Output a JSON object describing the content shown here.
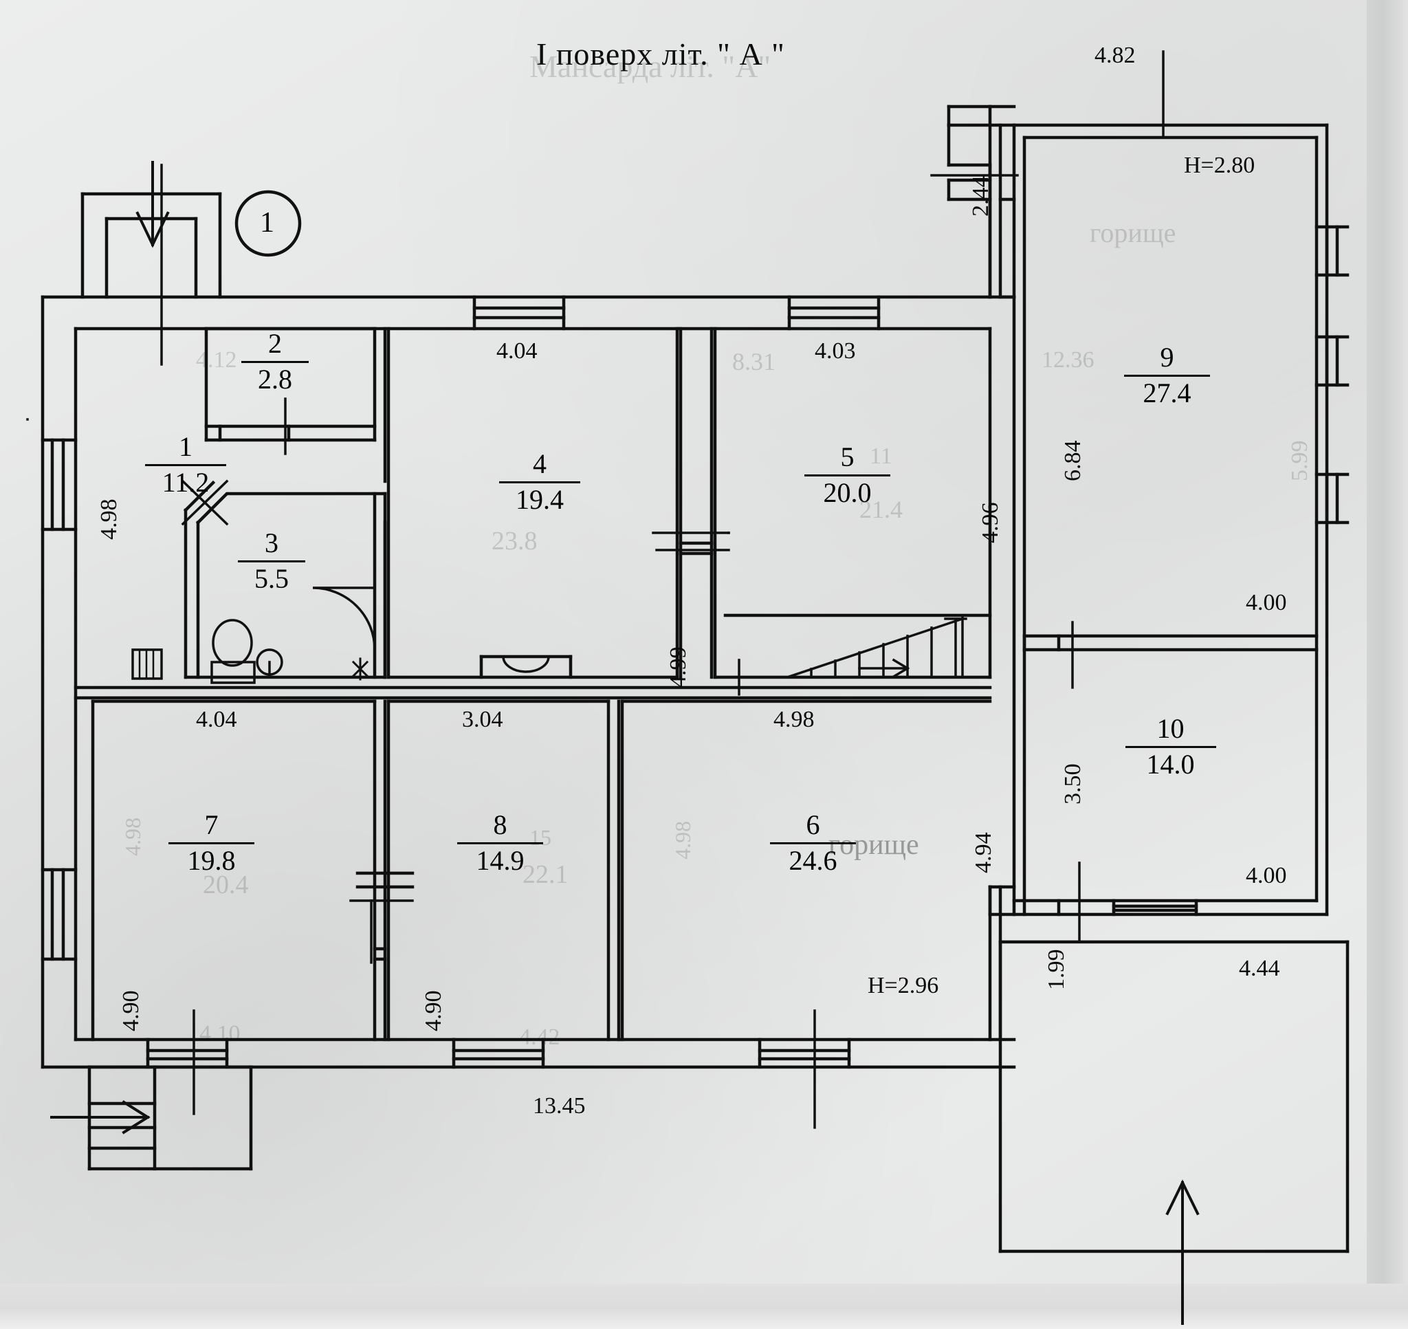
{
  "document": {
    "title": "I поверх  літ. \" А \"",
    "kind": "floor-plan",
    "sheet_mark": "1"
  },
  "rooms": [
    {
      "no": "1",
      "area": "11.2"
    },
    {
      "no": "2",
      "area": "2.8"
    },
    {
      "no": "3",
      "area": "5.5"
    },
    {
      "no": "4",
      "area": "19.4"
    },
    {
      "no": "5",
      "area": "20.0"
    },
    {
      "no": "6",
      "area": "24.6"
    },
    {
      "no": "7",
      "area": "19.8"
    },
    {
      "no": "8",
      "area": "14.9"
    },
    {
      "no": "9",
      "area": "27.4"
    },
    {
      "no": "10",
      "area": "14.0"
    }
  ],
  "dimensions": {
    "top_right_width": "4.82",
    "left_height": "4.98",
    "room4_width": "4.04",
    "room5_width": "4.03",
    "room5_height": "4.96",
    "corridor_height": "4.99",
    "porch_offset": "2.44",
    "room9_height": "6.84",
    "room9_bottom_width": "4.00",
    "room10_height": "3.50",
    "room10_bottom_width": "4.00",
    "terrace_width": "4.44",
    "room7_width": "4.04",
    "room7_height": "4.90",
    "room8_width": "3.04",
    "room8_height": "4.90",
    "room6_width": "4.98",
    "room6_height": "4.94",
    "overall_bottom": "13.45",
    "right_bottom_offset": "1.99"
  },
  "heights": {
    "attic": "H=2.80",
    "main": "H=2.96"
  },
  "ghost_text": {
    "attic_label": "горище",
    "attic_label_2": "горище",
    "mansard_title": "Мансарда літ. \"А\"",
    "g_831": "8.31",
    "g_1236": "12.36",
    "g_599": "5.99",
    "g_238": "23.8",
    "g_221": "22.1",
    "g_115": "15",
    "g_204": "20.4",
    "g_11": "11",
    "g_214": "21.4",
    "g_442": "4.42",
    "g_410": "4.10",
    "g_498": "4.98",
    "g_412": "4.12"
  }
}
